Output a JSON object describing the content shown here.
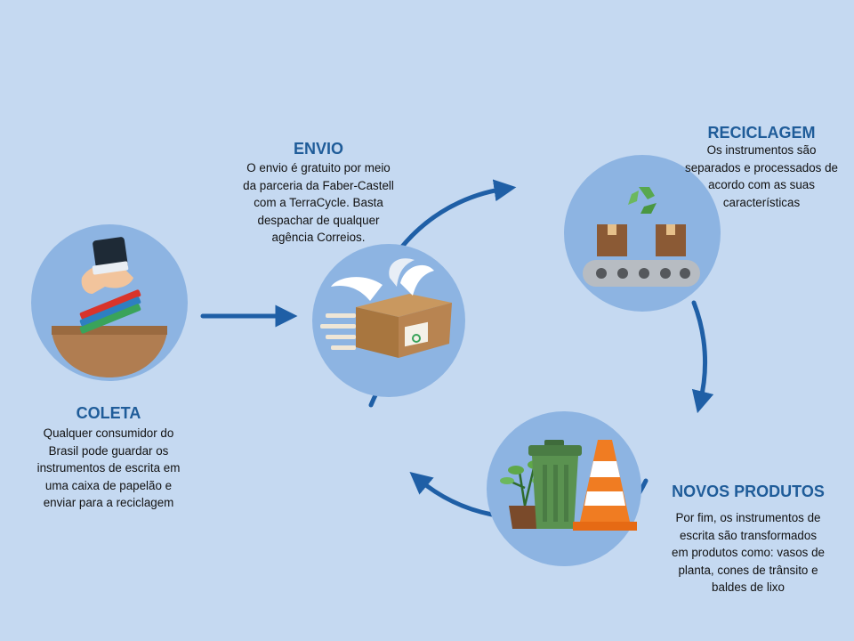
{
  "steps": {
    "coleta": {
      "title": "COLETA",
      "lines": [
        "Qualquer consumidor do",
        "Brasil pode guardar os",
        "instrumentos de escrita em",
        "uma caixa de papelão e",
        "enviar para a reciclagem"
      ]
    },
    "envio": {
      "title": "ENVIO",
      "lines": [
        "O envio é gratuito por meio",
        "da parceria da Faber-Castell",
        "com a TerraCycle. Basta",
        "despachar de qualquer",
        "agência Correios."
      ]
    },
    "reciclagem": {
      "title": "RECICLAGEM",
      "lines": [
        "Os instrumentos são",
        "separados e processados de",
        "acordo com as suas",
        "características"
      ]
    },
    "novos_produtos": {
      "title": "NOVOS PRODUTOS",
      "lines": [
        "Por fim, os instrumentos de",
        "escrita são transformados",
        "em produtos como: vasos de",
        "planta, cones de trânsito e",
        "baldes de lixo"
      ]
    }
  },
  "icons": {
    "coleta": "hand-dropping-pencils-into-box-icon",
    "envio": "winged-package-icon",
    "reciclagem": "conveyor-belt-recycling-icon",
    "novos_produtos": "plant-trash-bin-traffic-cone-icon"
  },
  "colors": {
    "background": "#c5d9f1",
    "circle": "#8db4e2",
    "arrow": "#1f5fa6",
    "title": "#1f5c99"
  }
}
